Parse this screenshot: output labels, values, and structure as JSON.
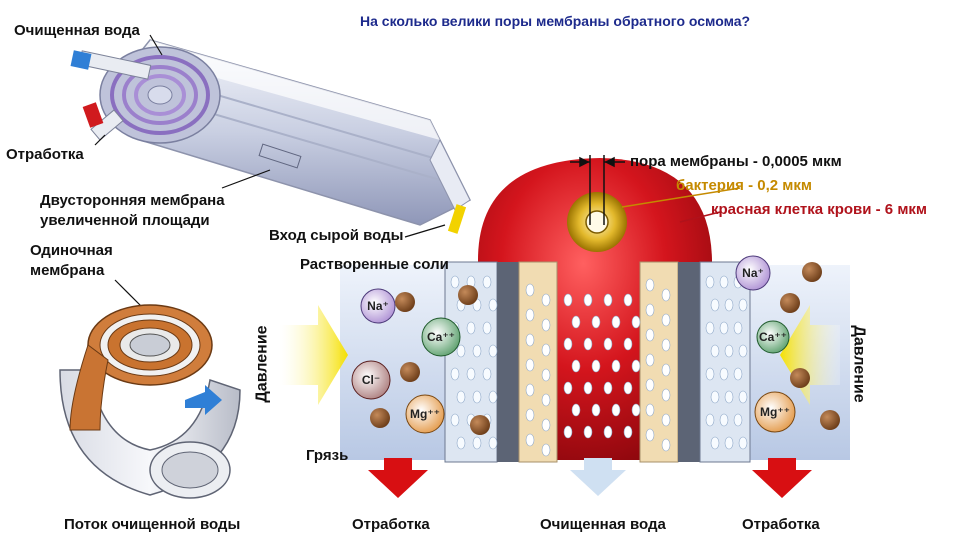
{
  "title": "На сколько велики поры мембраны обратного осмома?",
  "labels": {
    "purified_water_top": "Очищенная вода",
    "reject_top": "Отработка",
    "double_membrane_line1": "Двусторонняя мембрана",
    "double_membrane_line2": "увеличенной площади",
    "raw_water_inlet": "Вход сырой воды",
    "single_membrane_line1": "Одиночная",
    "single_membrane_line2": "мембрана",
    "pressure_left": "Давление",
    "pressure_right": "Давление",
    "purified_flow": "Поток очищенной воды",
    "dissolved_salts": "Растворенные соли",
    "dirt": "Грязь",
    "pore_size": "пора мембраны - 0,0005 мкм",
    "bacteria_size": "бактерия - 0,2 мкм",
    "red_cell_size": "красная клетка крови - 6 мкм",
    "reject_bottom_left": "Отработка",
    "purified_bottom": "Очищенная вода",
    "reject_bottom_right": "Отработка"
  },
  "ions": {
    "na_left": "Na⁺",
    "ca_left": "Ca⁺⁺",
    "cl_left": "Cl⁻",
    "mg_left": "Mg⁺⁺",
    "na_right": "Na⁺",
    "ca_right": "Ca⁺⁺",
    "mg_right": "Mg⁺⁺"
  },
  "colors": {
    "title": "#1d2a8c",
    "red_cell": "#c8121c",
    "bacteria": "#c58a00",
    "arrow_pressure": "#f5e000",
    "arrow_reject": "#d80f12",
    "dirt": "#8a5226"
  }
}
